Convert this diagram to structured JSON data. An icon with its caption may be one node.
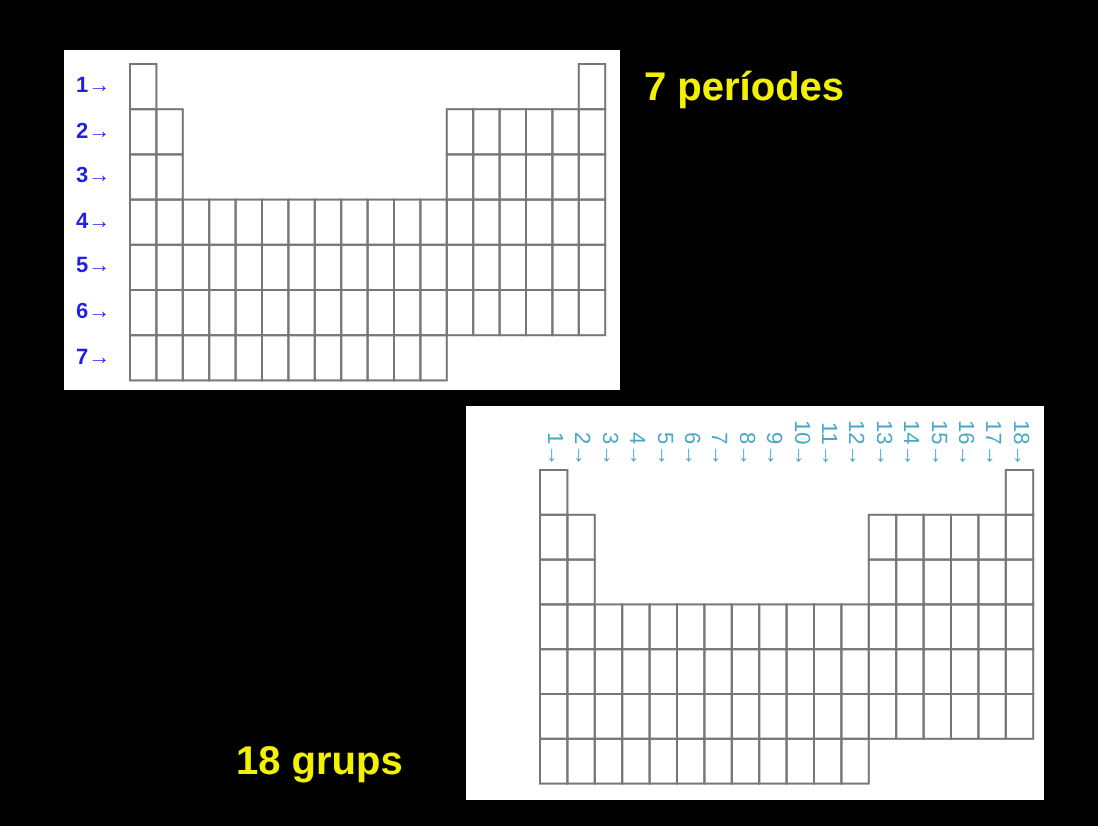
{
  "diagram": {
    "labels": [
      "1→",
      "2→",
      "3→",
      "4→",
      "5→",
      "6→",
      "7→",
      "7 períodes",
      "1→",
      "2→",
      "3→",
      "4→",
      "5→",
      "6→",
      "7→",
      "8→",
      "9→",
      "10→",
      "11→",
      "12→",
      "13→",
      "14→",
      "15→",
      "16→",
      "17→",
      "18→",
      "18 grups"
    ]
  }
}
